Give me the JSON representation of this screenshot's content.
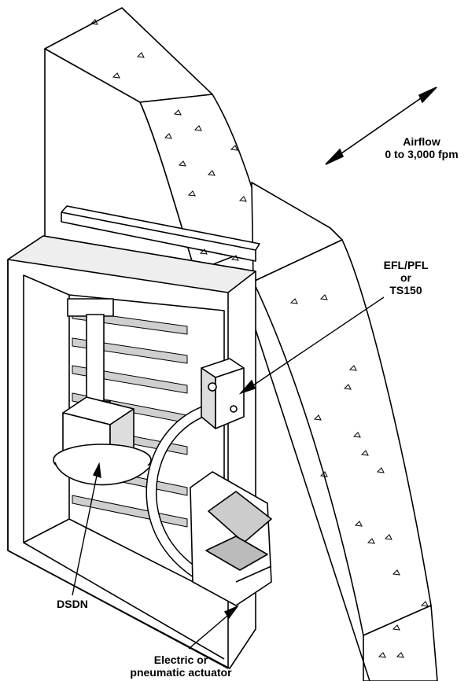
{
  "labels": {
    "airflow": [
      "Airflow",
      "0 to 3,000 fpm"
    ],
    "sensor": [
      "EFL/PFL",
      "or",
      "TS150"
    ],
    "detector": "DSDN",
    "actuator": [
      "Electric or",
      "pneumatic actuator"
    ]
  },
  "colors": {
    "line": "#000000",
    "fill": "#ffffff",
    "shade": "#d9d9d9",
    "dark": "#555555"
  }
}
